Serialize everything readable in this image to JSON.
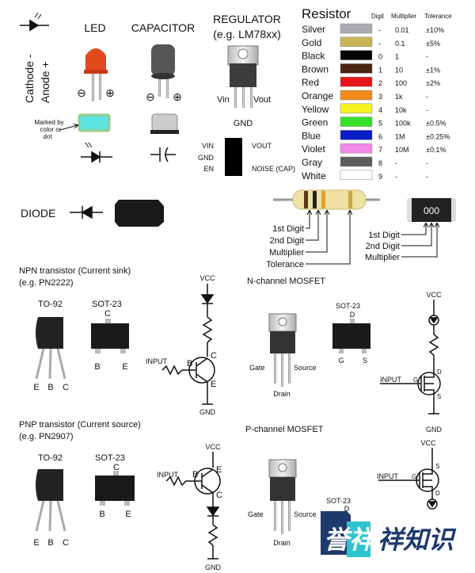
{
  "led_polarity": {
    "cathode": "Cathode -",
    "anode": "Anode +"
  },
  "led": {
    "title": "LED",
    "minus": "⊖",
    "plus": "⊕",
    "marking_note": [
      "Marked by",
      "color or",
      "dot"
    ]
  },
  "capacitor": {
    "title": "CAPACITOR",
    "minus": "⊖",
    "plus": "⊕"
  },
  "regulator": {
    "title": "REGULATOR",
    "example": "(e.g. LM78xx)",
    "vin": "Vin",
    "vout": "Vout",
    "gnd": "GND",
    "sot_pins": {
      "vin": "VIN",
      "gnd": "GND",
      "en": "EN",
      "vout": "VOUT",
      "noise": "NOISE (CAP)"
    }
  },
  "resistor_table": {
    "title": "Resistor",
    "headers": {
      "digit": "Digit",
      "multiplier": "Multiplier",
      "tolerance": "Tolerance"
    },
    "rows": [
      {
        "name": "Silver",
        "color": "#a9abb0",
        "digit": "-",
        "multiplier": "0.01",
        "tolerance": "±10%"
      },
      {
        "name": "Gold",
        "color": "#c9b45a",
        "digit": "-",
        "multiplier": "0.1",
        "tolerance": "±5%"
      },
      {
        "name": "Black",
        "color": "#050505",
        "digit": "0",
        "multiplier": "1",
        "tolerance": "-"
      },
      {
        "name": "Brown",
        "color": "#4a2410",
        "digit": "1",
        "multiplier": "10",
        "tolerance": "±1%"
      },
      {
        "name": "Red",
        "color": "#e8141b",
        "digit": "2",
        "multiplier": "100",
        "tolerance": "±2%"
      },
      {
        "name": "Orange",
        "color": "#f08a1c",
        "digit": "3",
        "multiplier": "1k",
        "tolerance": "-"
      },
      {
        "name": "Yellow",
        "color": "#f7f21e",
        "digit": "4",
        "multiplier": "10k",
        "tolerance": "-"
      },
      {
        "name": "Green",
        "color": "#35e02a",
        "digit": "5",
        "multiplier": "100k",
        "tolerance": "±0.5%"
      },
      {
        "name": "Blue",
        "color": "#0a1ec8",
        "digit": "6",
        "multiplier": "1M",
        "tolerance": "±0.25%"
      },
      {
        "name": "Violet",
        "color": "#f08ae6",
        "digit": "7",
        "multiplier": "10M",
        "tolerance": "±0.1%"
      },
      {
        "name": "Gray",
        "color": "#5a5d5a",
        "digit": "8",
        "multiplier": "-",
        "tolerance": "-"
      },
      {
        "name": "White",
        "color": "#ffffff",
        "digit": "9",
        "multiplier": "-",
        "tolerance": "-"
      }
    ]
  },
  "diode": {
    "title": "DIODE"
  },
  "resistor_bands": {
    "labels": [
      "1st Digit",
      "2nd Digit",
      "Multiplier",
      "Tolerance"
    ]
  },
  "smd_resistor": {
    "code": "000",
    "labels": [
      "1st Digit",
      "2nd Digit",
      "Multiplier"
    ]
  },
  "npn": {
    "title": "NPN transistor (Current sink)",
    "example": "(e.g. PN2222)",
    "to92": "TO-92",
    "sot23": "SOT-23",
    "pins_to92": [
      "E",
      "B",
      "C"
    ],
    "sot_c": "C",
    "sot_b": "B",
    "sot_e": "E",
    "circuit": {
      "vcc": "VCC",
      "input": "INPUT",
      "b": "B",
      "c": "C",
      "e": "E",
      "gnd": "GND"
    }
  },
  "nmos": {
    "title": "N-channel MOSFET",
    "gate": "Gate",
    "source": "Source",
    "drain": "Drain",
    "sot23": "SOT-23",
    "sot_d": "D",
    "sot_g": "G",
    "sot_s": "S",
    "circuit": {
      "vcc": "VCC",
      "input": "INPUT",
      "g": "G",
      "d": "D",
      "s": "S",
      "gnd": "GND"
    }
  },
  "pnp": {
    "title": "PNP transistor (Current source)",
    "example": "(e.g. PN2907)",
    "to92": "TO-92",
    "sot23": "SOT-23",
    "pins_to92": [
      "E",
      "B",
      "C"
    ],
    "sot_c": "C",
    "sot_b": "B",
    "sot_e": "E",
    "circuit": {
      "vcc": "VCC",
      "input": "INPUT",
      "b": "B",
      "e": "E",
      "c": "C",
      "gnd": "GND"
    }
  },
  "pmos": {
    "title": "P-channel MOSFET",
    "gate": "Gate",
    "source": "Source",
    "drain": "Drain",
    "sot23": "SOT-23",
    "sot_d": "D",
    "circuit": {
      "vcc": "VCC",
      "input": "INPUT",
      "g": "G",
      "s": "S",
      "d": "D"
    }
  },
  "watermark": {
    "text": "誉祥祥知识",
    "colors": {
      "navy": "#1d3a6e",
      "teal": "#2ec4cf"
    }
  }
}
